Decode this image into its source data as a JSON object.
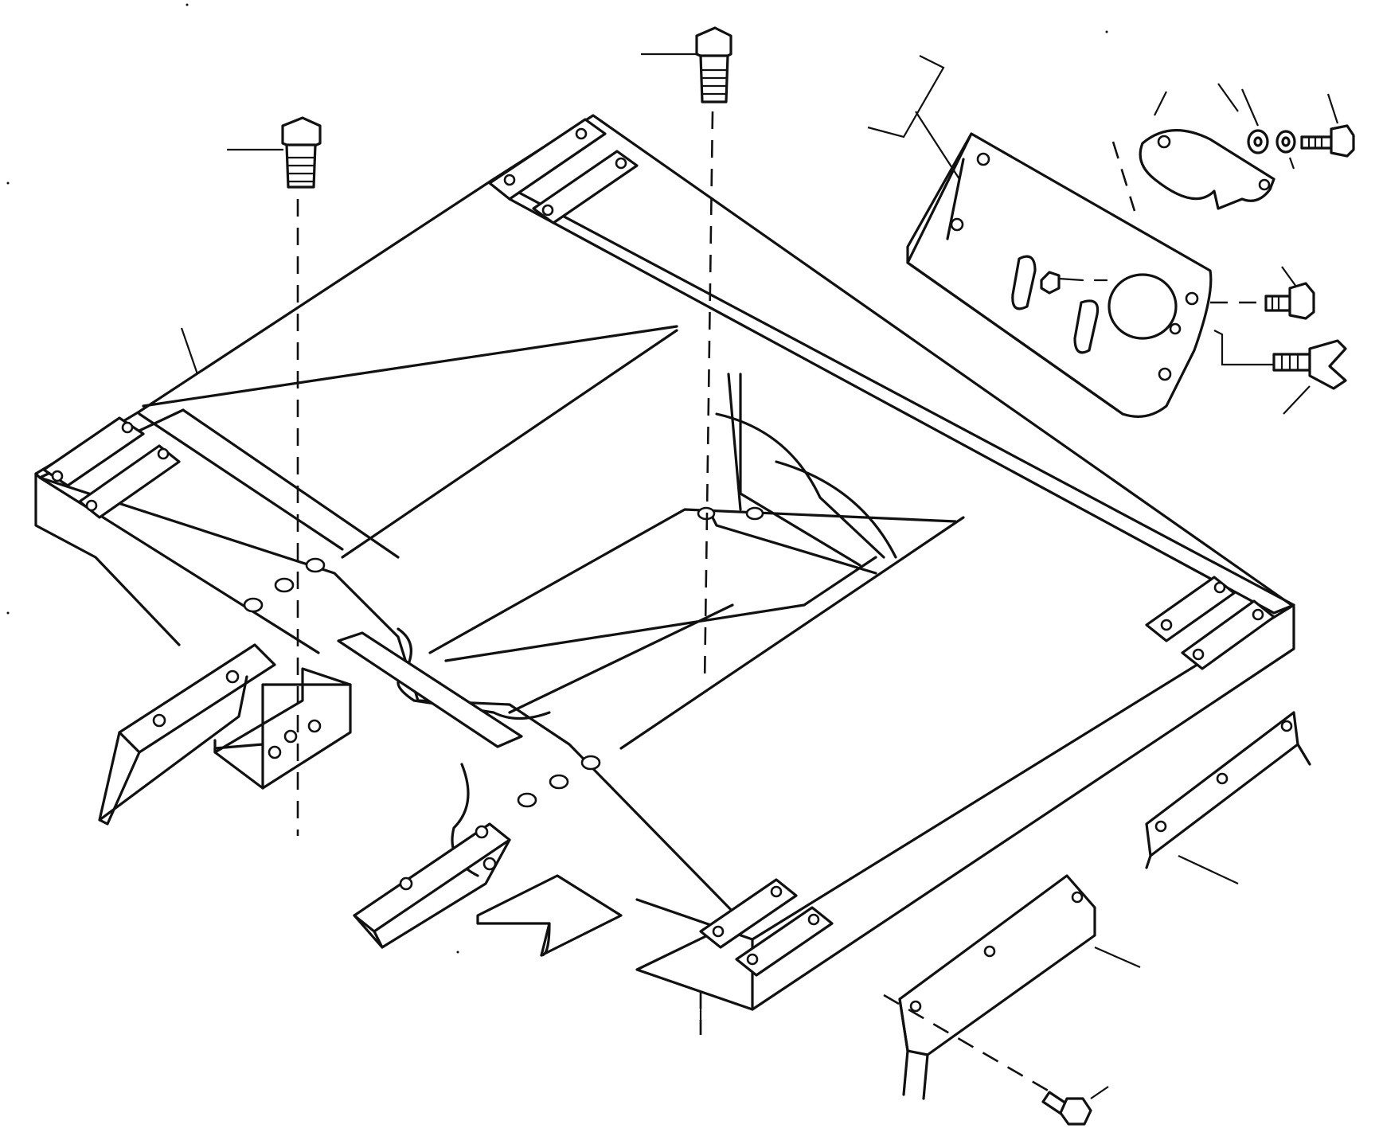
{
  "diagram": {
    "parts": [
      {
        "id": "main-frame",
        "icon": "frame-icon"
      },
      {
        "id": "rear-cover-plate",
        "icon": "plate-icon"
      },
      {
        "id": "mounting-bolt",
        "icon": "bolt-icon"
      },
      {
        "id": "wing-bolt",
        "icon": "wing-bolt-icon"
      },
      {
        "id": "side-guard",
        "icon": "guard-icon"
      }
    ],
    "line_color": "#111111",
    "background": "#ffffff"
  }
}
